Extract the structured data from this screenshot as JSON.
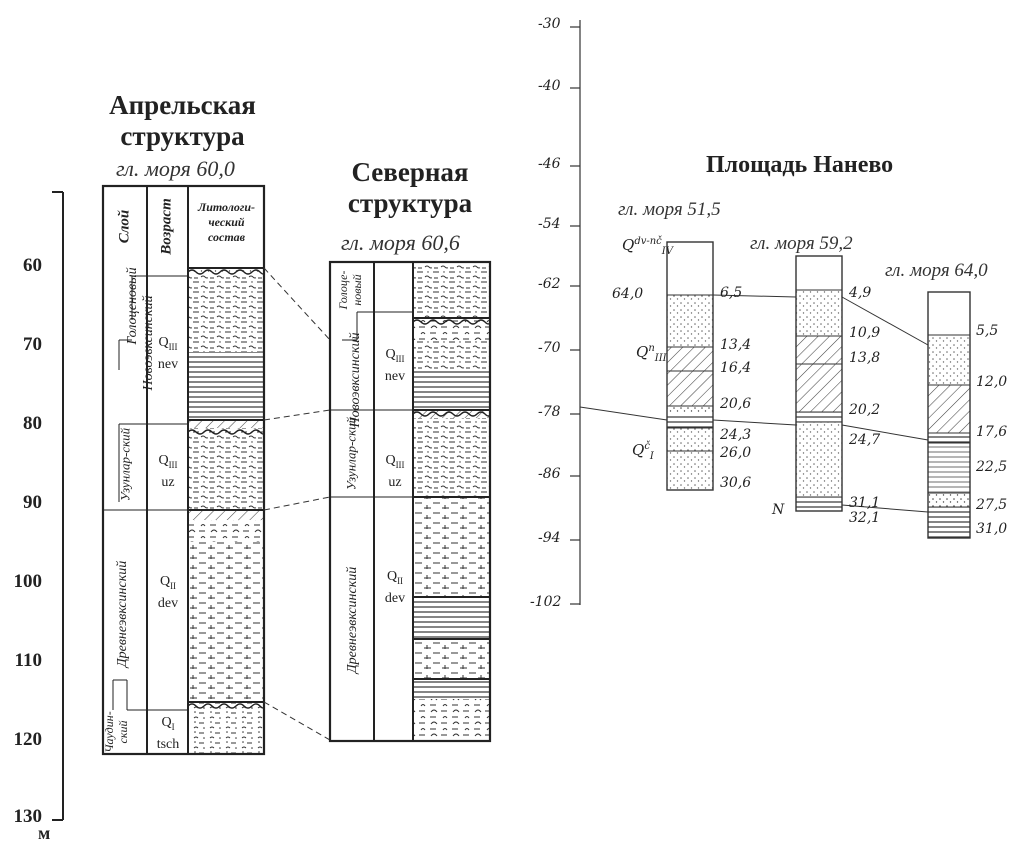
{
  "depth_scale": {
    "ticks": [
      "60",
      "70",
      "80",
      "90",
      "100",
      "110",
      "120",
      "130"
    ],
    "unit": "м"
  },
  "aprelskaya": {
    "title_line1": "Апрельская",
    "title_line2": "структура",
    "subtitle": "гл. моря 60,0",
    "header": {
      "sloy": "Слой",
      "vozrast": "Возраст",
      "litho": "Литологи-ческий состав"
    },
    "layers": {
      "golocen": "Голоценовый",
      "novo": "Новоэвксинский",
      "uzun": "Узунлар-ский",
      "drevne": "Древнеэвксинский",
      "chaud": "Чаудин-ский"
    },
    "ages": [
      {
        "q": "Q",
        "sub": "III",
        "suffix": "nev"
      },
      {
        "q": "Q",
        "sub": "III",
        "suffix": "uz"
      },
      {
        "q": "Q",
        "sub": "II",
        "suffix": "dev"
      },
      {
        "q": "Q",
        "sub": "I",
        "suffix": "tsch"
      }
    ]
  },
  "severnaya": {
    "title_line1": "Северная",
    "title_line2": "структура",
    "subtitle": "гл. моря 60,6",
    "layers": {
      "golocen": "Голоце-новый",
      "novo": "Новоэвксинский",
      "uzun": "Узунлар-ский",
      "drevne": "Древнеэвксинский"
    },
    "ages": [
      {
        "q": "Q",
        "sub": "III",
        "suffix": "nev"
      },
      {
        "q": "Q",
        "sub": "III",
        "suffix": "uz"
      },
      {
        "q": "Q",
        "sub": "II",
        "suffix": "dev"
      }
    ]
  },
  "nanevo": {
    "title": "Площадь Нанево",
    "scale_ticks": [
      "-30",
      "-40",
      "-46",
      "-54",
      "-62",
      "-70",
      "-78",
      "-86",
      "-94",
      "-102"
    ],
    "well1": {
      "subtitle": "гл. моря 51,5",
      "label_top": "64,0",
      "depths": [
        "6,5",
        "13,4",
        "16,4",
        "20,6",
        "24,3",
        "26,0",
        "30,6"
      ],
      "age_top": "Q",
      "age_top_sup": "dv-nč",
      "age_top_sub": "IV",
      "age_mid": "Q",
      "age_mid_sup": "n",
      "age_mid_sub": "III",
      "age_bot": "Q",
      "age_bot_sup": "č",
      "age_bot_sub": "I"
    },
    "well2": {
      "subtitle": "гл. моря 59,2",
      "depths": [
        "4,9",
        "10,9",
        "13,8",
        "20,2",
        "24,7",
        "31,1",
        "32,1"
      ],
      "mark_n": "N"
    },
    "well3": {
      "subtitle": "гл. моря 64,0",
      "depths": [
        "5,5",
        "12,0",
        "17,6",
        "22,5",
        "27,5",
        "31,0"
      ]
    }
  }
}
